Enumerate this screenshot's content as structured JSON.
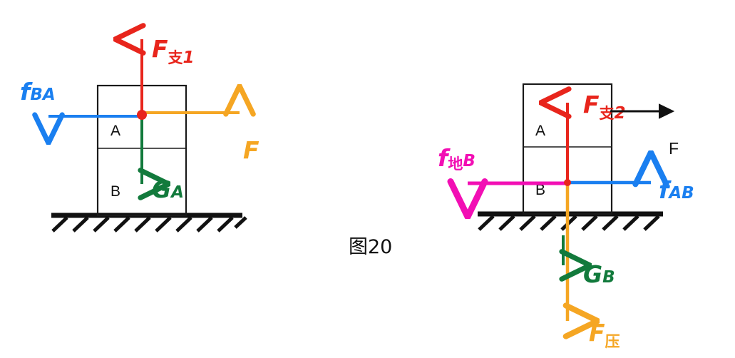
{
  "figure": {
    "caption": "图20",
    "colors": {
      "red": "#e8251c",
      "blue": "#1a7ff0",
      "orange": "#f5a623",
      "green": "#127a3c",
      "magenta": "#f20fb4",
      "black": "#111111"
    }
  },
  "left_diagram": {
    "name": "block-A-free-body",
    "blocks": [
      {
        "label": "A"
      },
      {
        "label": "B"
      }
    ],
    "forces": [
      {
        "key": "support_1",
        "label_base": "F",
        "label_sub_cjk": "支",
        "label_sub_num": "1",
        "color": "#e8251c",
        "direction": "up",
        "meaning": "支持力"
      },
      {
        "key": "friction_BA",
        "label_base": "f",
        "label_sub": "BA",
        "color": "#1a7ff0",
        "direction": "left",
        "meaning": "B对A的摩擦力"
      },
      {
        "key": "applied_F",
        "label_base": "F",
        "color": "#f5a623",
        "direction": "right",
        "meaning": "拉力"
      },
      {
        "key": "gravity_A",
        "label_base": "G",
        "label_sub": "A",
        "color": "#127a3c",
        "direction": "down",
        "meaning": "A的重力"
      }
    ]
  },
  "right_diagram": {
    "name": "block-B-free-body",
    "blocks": [
      {
        "label": "A"
      },
      {
        "label": "B"
      }
    ],
    "forces": [
      {
        "key": "support_2",
        "label_base": "F",
        "label_sub_cjk": "支",
        "label_sub_num": "2",
        "color": "#e8251c",
        "direction": "up",
        "meaning": "地面支持力"
      },
      {
        "key": "applied_F_black",
        "label_base": "F",
        "color": "#111111",
        "direction": "right",
        "meaning": "拉力"
      },
      {
        "key": "friction_ground_B",
        "label_base": "f",
        "label_sub_cjk": "地",
        "label_sub": "B",
        "color": "#f20fb4",
        "direction": "left",
        "meaning": "地面对B的摩擦力"
      },
      {
        "key": "friction_AB",
        "label_base": "f",
        "label_sub": "AB",
        "color": "#1a7ff0",
        "direction": "right",
        "meaning": "A对B的摩擦力"
      },
      {
        "key": "gravity_B",
        "label_base": "G",
        "label_sub": "B",
        "color": "#127a3c",
        "direction": "down",
        "meaning": "B的重力"
      },
      {
        "key": "pressure_F",
        "label_base": "F",
        "label_sub_cjk": "压",
        "color": "#f5a623",
        "direction": "down",
        "meaning": "A对B的压力"
      }
    ]
  }
}
